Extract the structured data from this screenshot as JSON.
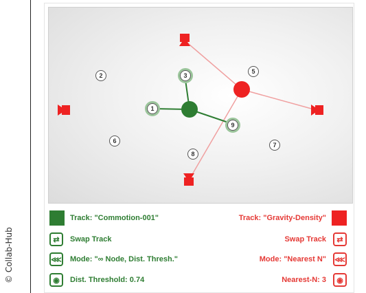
{
  "credit": "© Collab-Hub",
  "stage": {
    "nodes": [
      {
        "label": "1"
      },
      {
        "label": "2"
      },
      {
        "label": "3"
      },
      {
        "label": "5"
      },
      {
        "label": "6"
      },
      {
        "label": "7"
      },
      {
        "label": "8"
      },
      {
        "label": "9"
      }
    ]
  },
  "left_panel": {
    "track_label": "Track: \"Commotion-001\"",
    "swap_label": "Swap Track",
    "mode_label": "Mode: \"∞ Node, Dist. Thresh.\"",
    "param_label": "Dist. Threshold: 0.74"
  },
  "right_panel": {
    "track_label": "Track: \"Gravity-Density\"",
    "swap_label": "Swap Track",
    "mode_label": "Mode: \"Nearest N\"",
    "param_label": "Nearest-N: 3"
  },
  "colors": {
    "green": "#2e7d32",
    "light_green": "#9bc59b",
    "red": "#ee2222",
    "light_red": "#f0a0a0"
  },
  "icons": [
    "swap-icon",
    "mode-icon",
    "target-icon",
    "speaker-icon"
  ]
}
